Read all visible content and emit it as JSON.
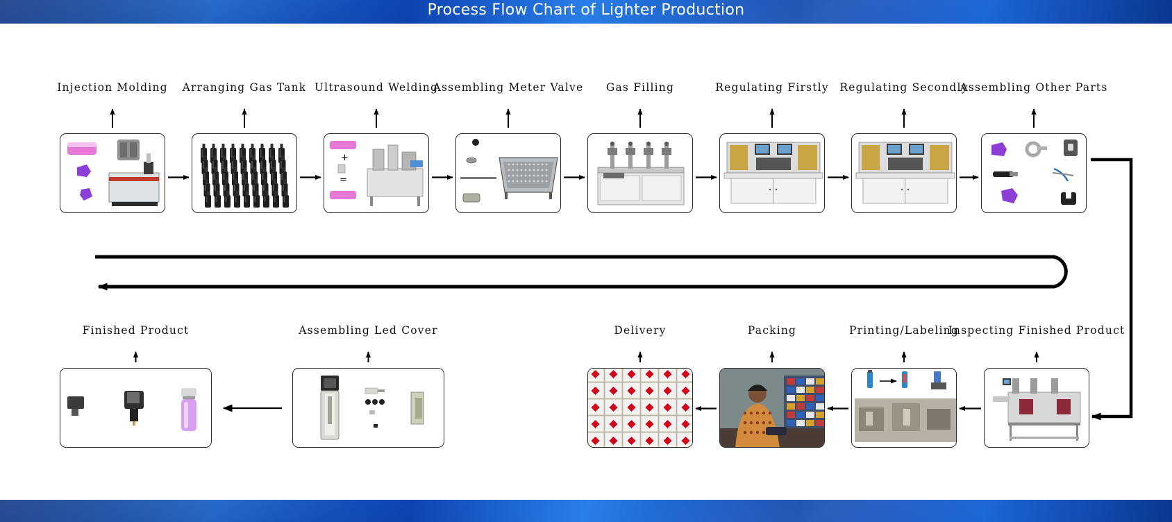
{
  "header": {
    "title": "Process Flow Chart of Lighter Production"
  },
  "steps": [
    {
      "label": "Injection Molding",
      "icon": "injection-machine-icon"
    },
    {
      "label": "Arranging Gas Tank",
      "icon": "gas-tank-array-icon"
    },
    {
      "label": "Ultrasound Welding",
      "icon": "ultrasonic-welder-icon"
    },
    {
      "label": "Assembling Meter Valve",
      "icon": "meter-valve-tray-icon"
    },
    {
      "label": "Gas Filling",
      "icon": "gas-filling-machine-icon"
    },
    {
      "label": "Regulating Firstly",
      "icon": "regulating-station-icon"
    },
    {
      "label": "Regulating Secondly",
      "icon": "regulating-station-icon"
    },
    {
      "label": "Assembling Other Parts",
      "icon": "lighter-parts-icon"
    },
    {
      "label": "Inspecting Finished Product",
      "icon": "inspection-machine-icon"
    },
    {
      "label": "Printing/Labeling",
      "icon": "printing-machine-icon"
    },
    {
      "label": "Packing",
      "icon": "packing-worker-icon"
    },
    {
      "label": "Delivery",
      "icon": "boxed-cartons-icon"
    },
    {
      "label": "Assembling Led Cover",
      "icon": "led-cover-parts-icon"
    },
    {
      "label": "Finished Product",
      "icon": "finished-lighter-icon"
    }
  ],
  "welding_symbols": {
    "plus": "+",
    "equals": "="
  },
  "colors": {
    "banner": "#1450c4",
    "purple_parts": "#8b3fd6",
    "pink_lighter": "#e779d6",
    "hazard_red": "#d4001a"
  }
}
